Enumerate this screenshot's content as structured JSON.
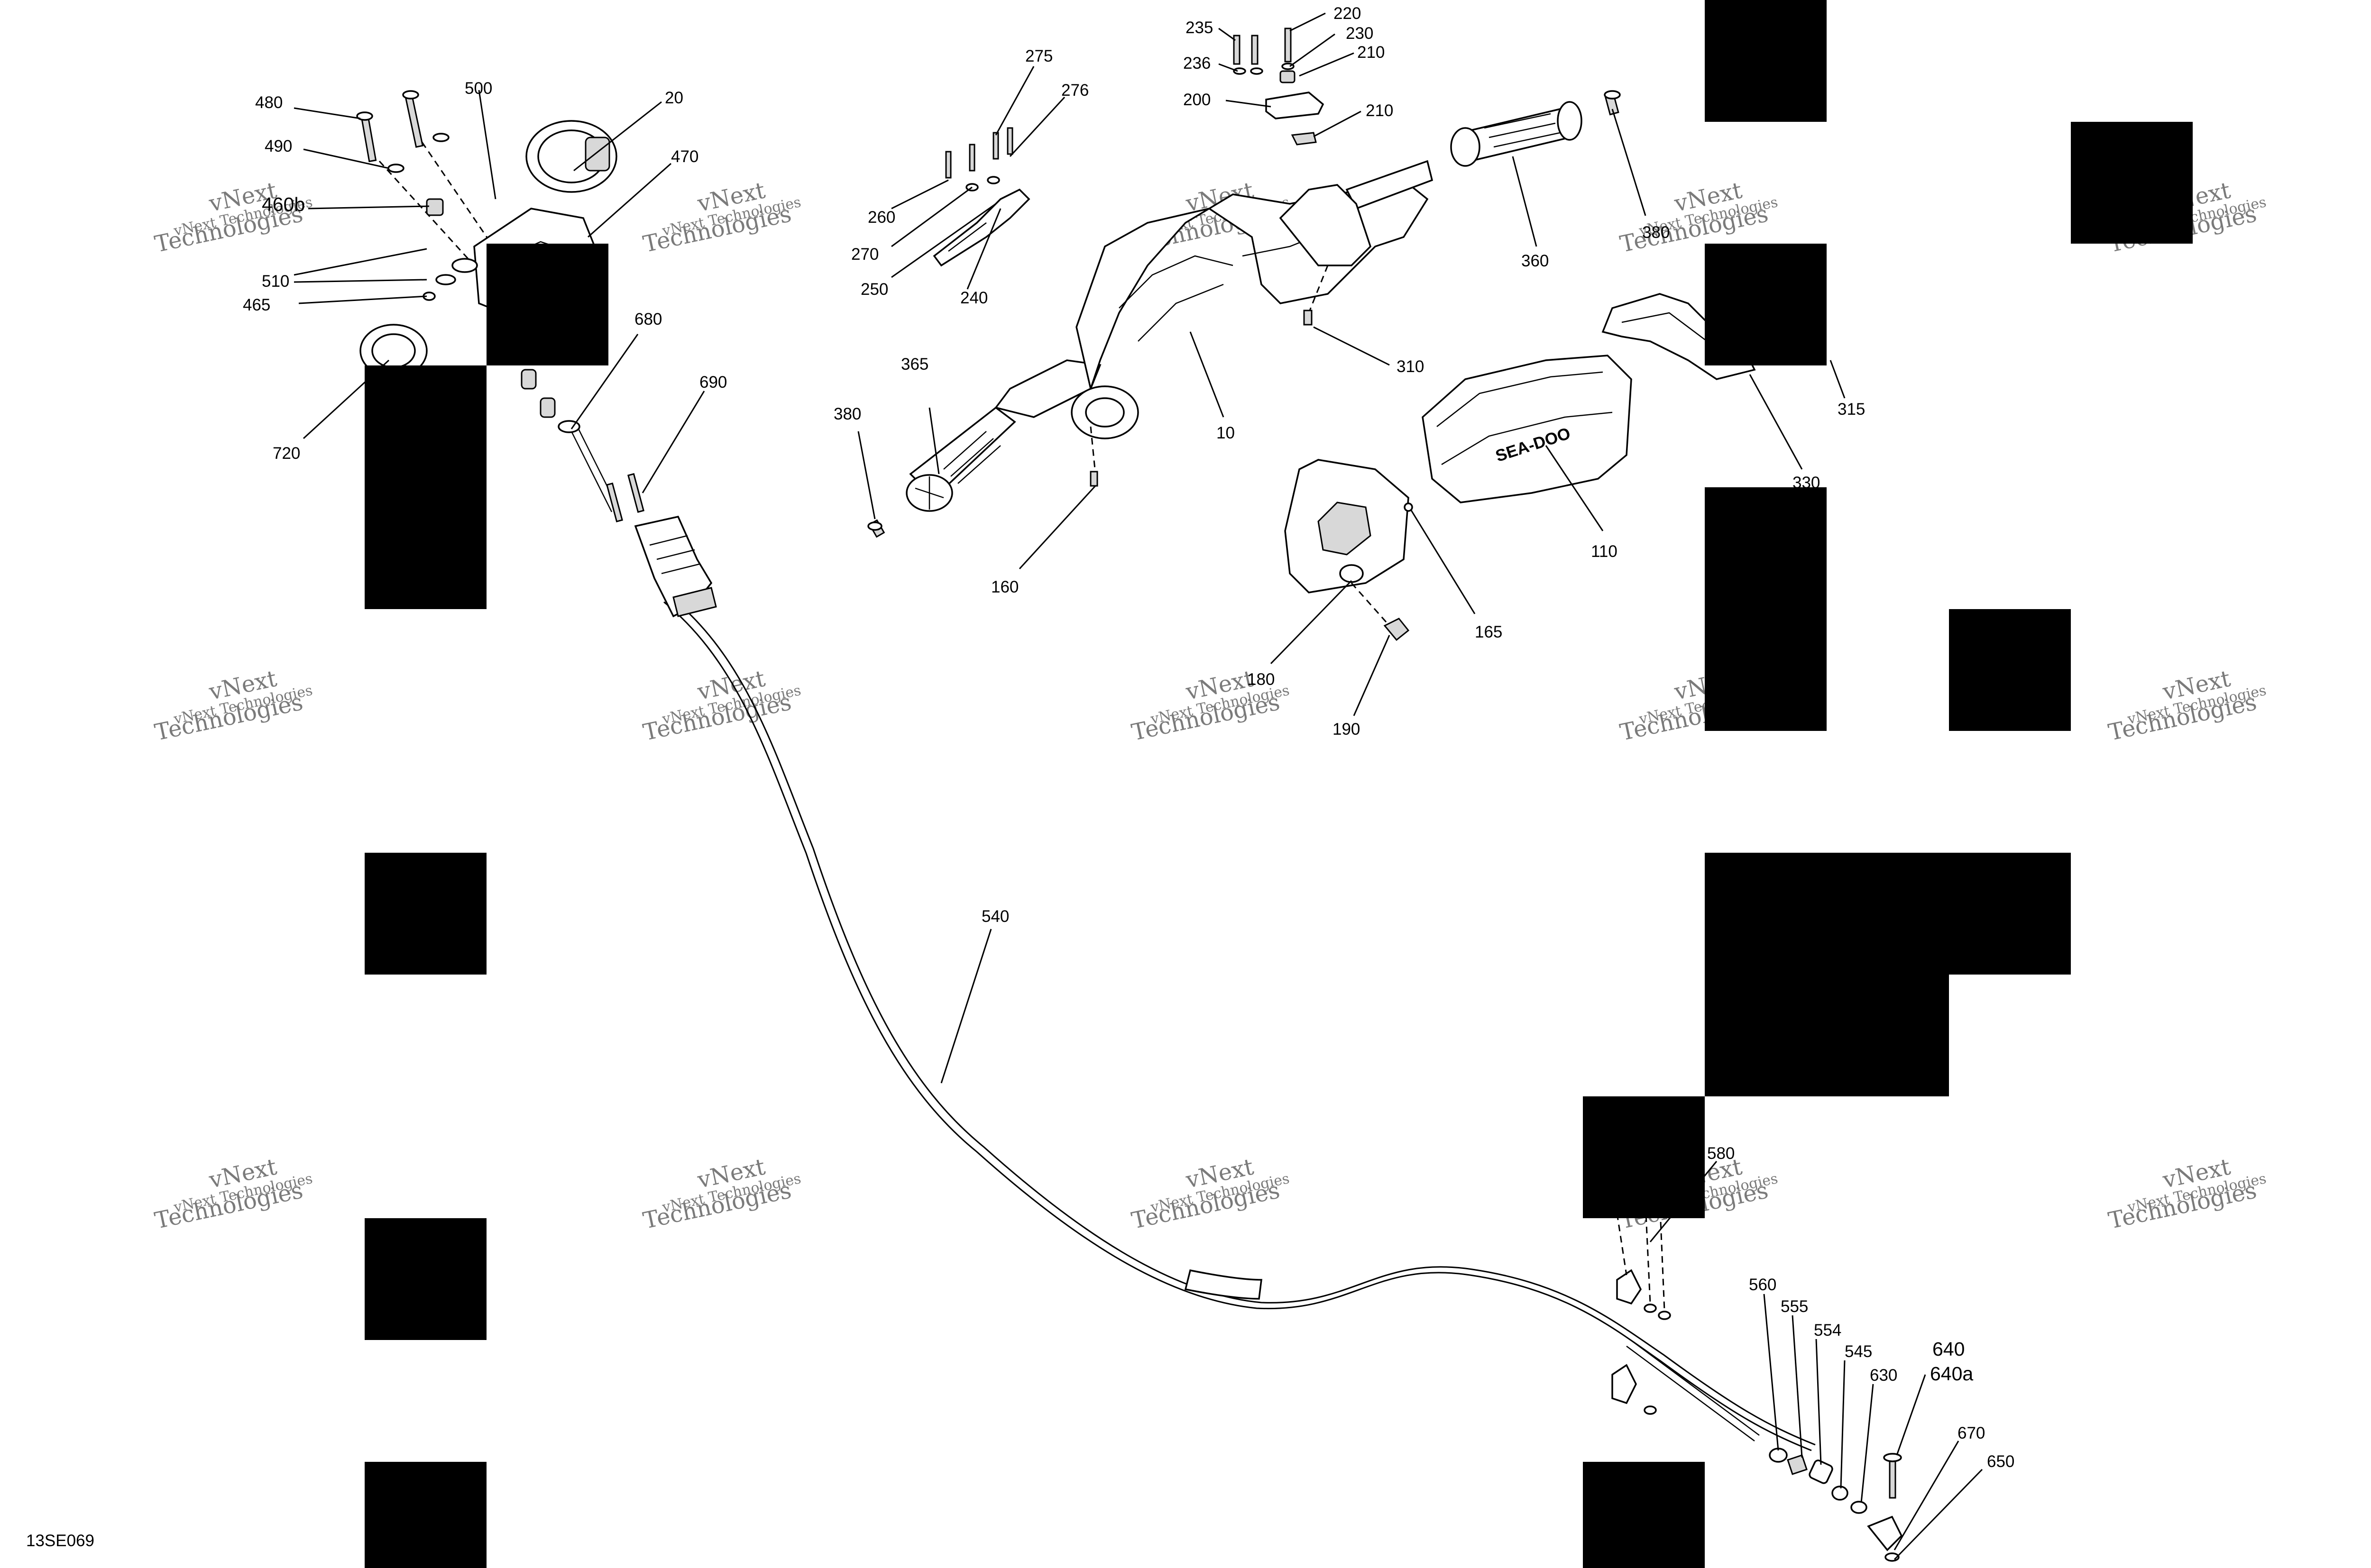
{
  "diagram_code": "13SE069",
  "watermark": {
    "line1": "vNext",
    "line2": "Technologies",
    "line3": "vNext Technologies"
  },
  "callouts": [
    {
      "id": "480",
      "text": "480"
    },
    {
      "id": "490",
      "text": "490"
    },
    {
      "id": "460b",
      "text": "460b"
    },
    {
      "id": "510",
      "text": "510"
    },
    {
      "id": "465",
      "text": "465"
    },
    {
      "id": "500",
      "text": "500"
    },
    {
      "id": "20",
      "text": "20"
    },
    {
      "id": "470",
      "text": "470"
    },
    {
      "id": "720",
      "text": "720"
    },
    {
      "id": "680",
      "text": "680"
    },
    {
      "id": "690",
      "text": "690"
    },
    {
      "id": "275",
      "text": "275"
    },
    {
      "id": "276",
      "text": "276"
    },
    {
      "id": "260",
      "text": "260"
    },
    {
      "id": "270",
      "text": "270"
    },
    {
      "id": "250",
      "text": "250"
    },
    {
      "id": "240",
      "text": "240"
    },
    {
      "id": "235",
      "text": "235"
    },
    {
      "id": "236",
      "text": "236"
    },
    {
      "id": "220",
      "text": "220"
    },
    {
      "id": "230",
      "text": "230"
    },
    {
      "id": "210a",
      "text": "210"
    },
    {
      "id": "200",
      "text": "200"
    },
    {
      "id": "210b",
      "text": "210"
    },
    {
      "id": "360",
      "text": "360"
    },
    {
      "id": "380a",
      "text": "380"
    },
    {
      "id": "365",
      "text": "365"
    },
    {
      "id": "380b",
      "text": "380"
    },
    {
      "id": "10",
      "text": "10"
    },
    {
      "id": "310",
      "text": "310"
    },
    {
      "id": "160",
      "text": "160"
    },
    {
      "id": "315",
      "text": "315"
    },
    {
      "id": "330",
      "text": "330"
    },
    {
      "id": "110",
      "text": "110"
    },
    {
      "id": "165",
      "text": "165"
    },
    {
      "id": "180",
      "text": "180"
    },
    {
      "id": "190",
      "text": "190"
    },
    {
      "id": "540",
      "text": "540"
    },
    {
      "id": "580",
      "text": "580"
    },
    {
      "id": "560",
      "text": "560"
    },
    {
      "id": "555",
      "text": "555"
    },
    {
      "id": "554",
      "text": "554"
    },
    {
      "id": "545",
      "text": "545"
    },
    {
      "id": "630",
      "text": "630"
    },
    {
      "id": "640",
      "text": "640"
    },
    {
      "id": "640a",
      "text": "640a"
    },
    {
      "id": "670",
      "text": "670"
    },
    {
      "id": "650",
      "text": "650"
    }
  ],
  "colors": {
    "line": "#000000",
    "background": "#ffffff",
    "watermark": "#7a7a7a",
    "part_shade": "#d8d8d8"
  }
}
